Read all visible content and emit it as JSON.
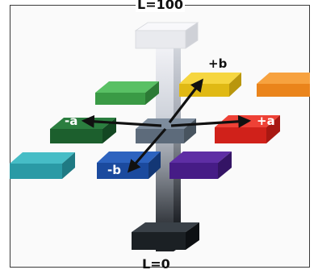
{
  "labels": {
    "l_top": "L=100",
    "l_bottom": "L=0",
    "plus_b": "+b",
    "plus_a": "+a",
    "minus_a": "-a",
    "minus_b": "-b"
  },
  "colors": {
    "green": "#3faa4a",
    "yellow": "#f2cb1a",
    "orange": "#f08a1e",
    "dark_green": "#1f6a33",
    "red": "#dc241c",
    "teal": "#2aa6b2",
    "blue": "#1d4fa8",
    "violet": "#4a1f8c",
    "axis": "#111111"
  }
}
